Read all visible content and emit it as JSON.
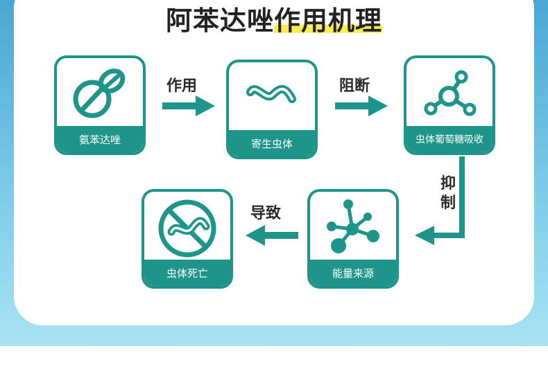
{
  "title": {
    "part1": "阿苯达唑",
    "part2": "作用机理"
  },
  "nodes": [
    {
      "id": "albendazole",
      "label": "氨苯达唑",
      "icon": "pill-icon"
    },
    {
      "id": "parasite",
      "label": "寄生虫体",
      "icon": "worm-icon"
    },
    {
      "id": "glucose-absorption",
      "label": "虫体葡萄糖吸收",
      "icon": "molecule-icon"
    },
    {
      "id": "energy-source",
      "label": "能量来源",
      "icon": "molecule-cluster-icon"
    },
    {
      "id": "parasite-death",
      "label": "虫体死亡",
      "icon": "no-worm-icon"
    }
  ],
  "edges": [
    {
      "from": "albendazole",
      "to": "parasite",
      "label": "作用"
    },
    {
      "from": "parasite",
      "to": "glucose-absorption",
      "label": "阻断"
    },
    {
      "from": "glucose-absorption",
      "to": "energy-source",
      "label": "抑制"
    },
    {
      "from": "energy-source",
      "to": "parasite-death",
      "label": "导致"
    }
  ],
  "colors": {
    "teal": "#1e958a",
    "highlight": "#f6eb53",
    "background_blue": "#5db8de"
  }
}
